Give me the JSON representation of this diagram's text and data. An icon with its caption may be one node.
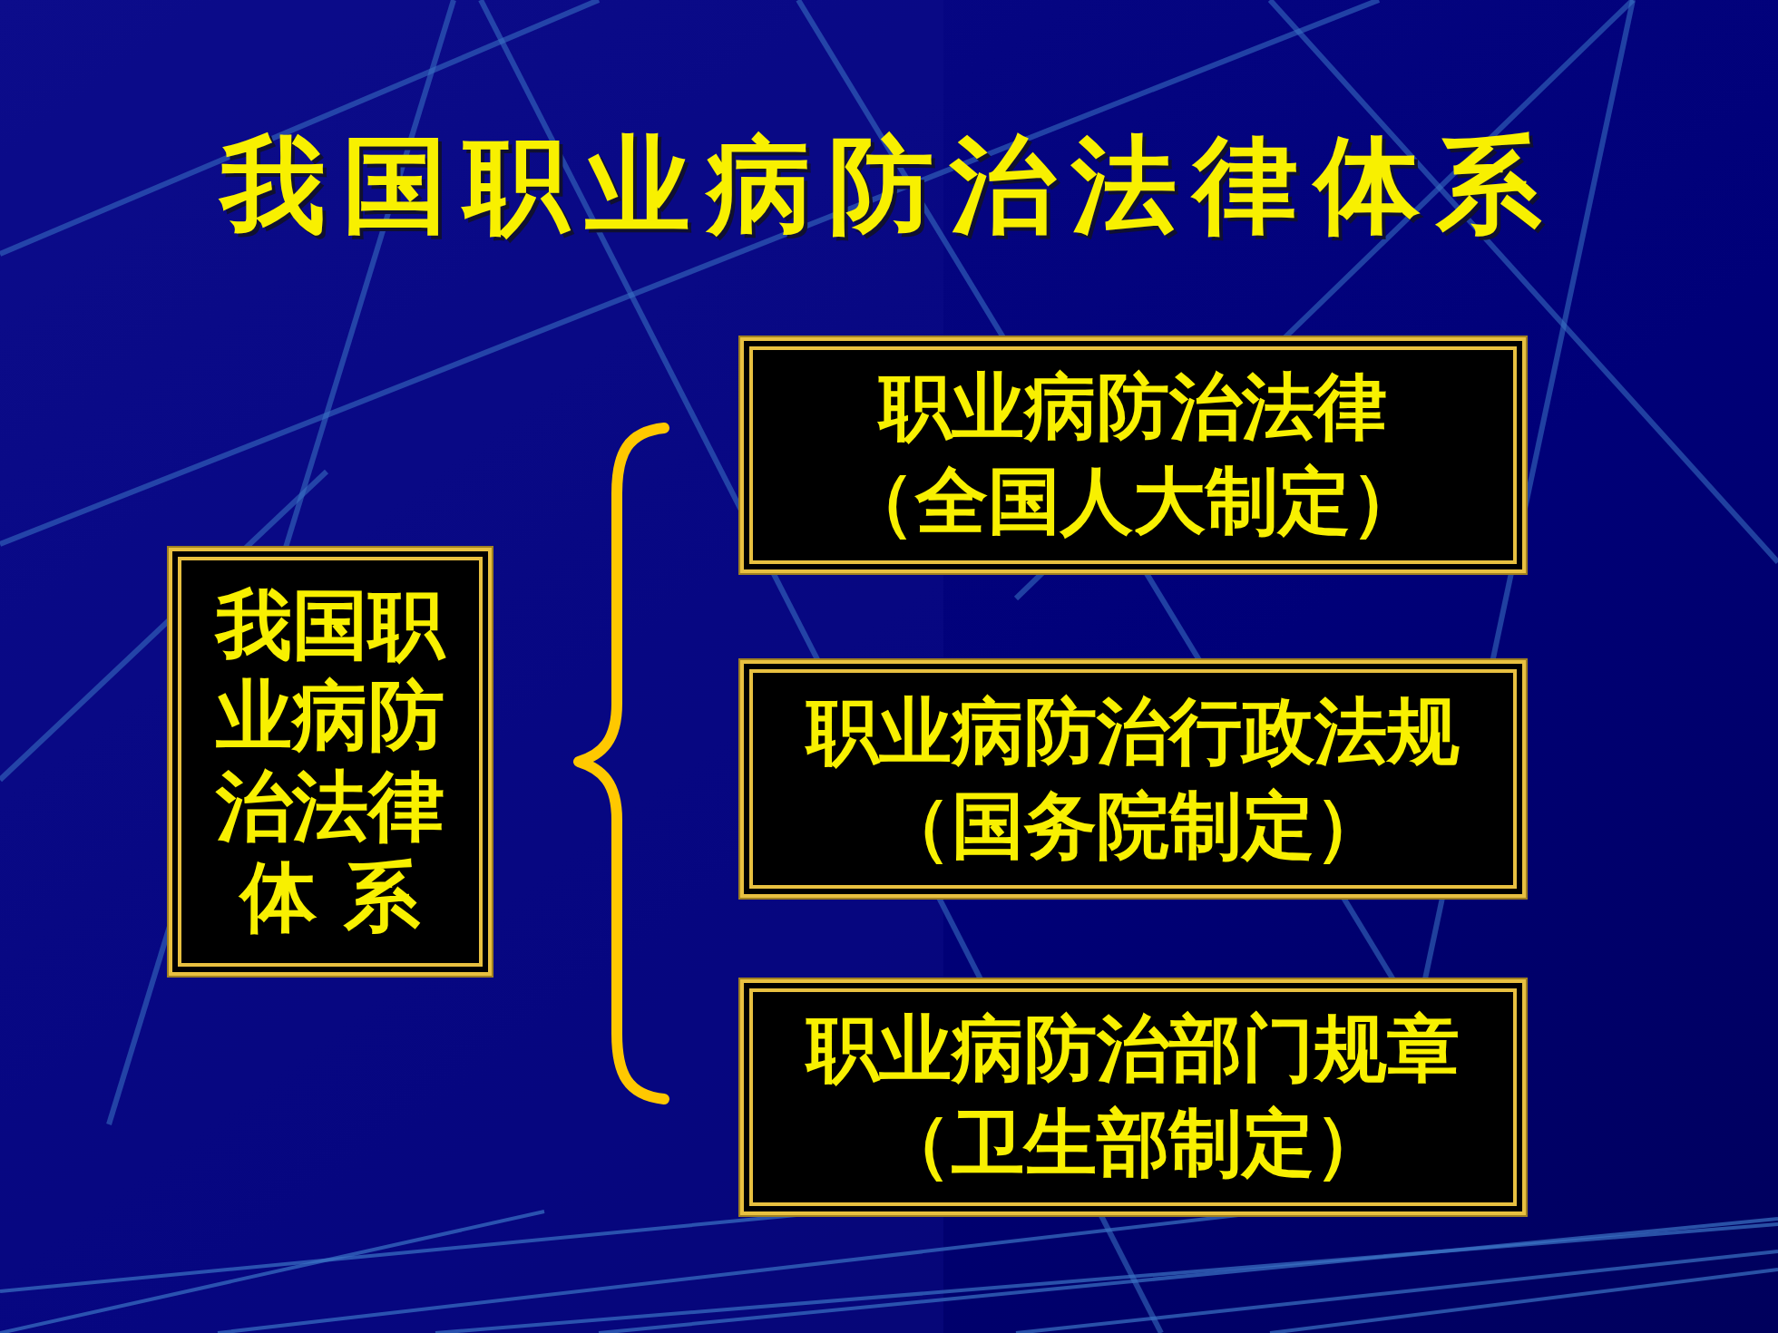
{
  "diagram": {
    "title": "我国职业病防治法律体系",
    "nodes": [
      {
        "text": [
          "我国职业病防治法律体 系"
        ]
      },
      {
        "text": [
          "职业病防治法律",
          "（全国人大制定）"
        ]
      },
      {
        "text": [
          "职业病防治行政法规",
          "（国务院制定）"
        ]
      },
      {
        "text": [
          "职业病防治部门规章",
          "（卫生部制定）"
        ]
      }
    ]
  }
}
